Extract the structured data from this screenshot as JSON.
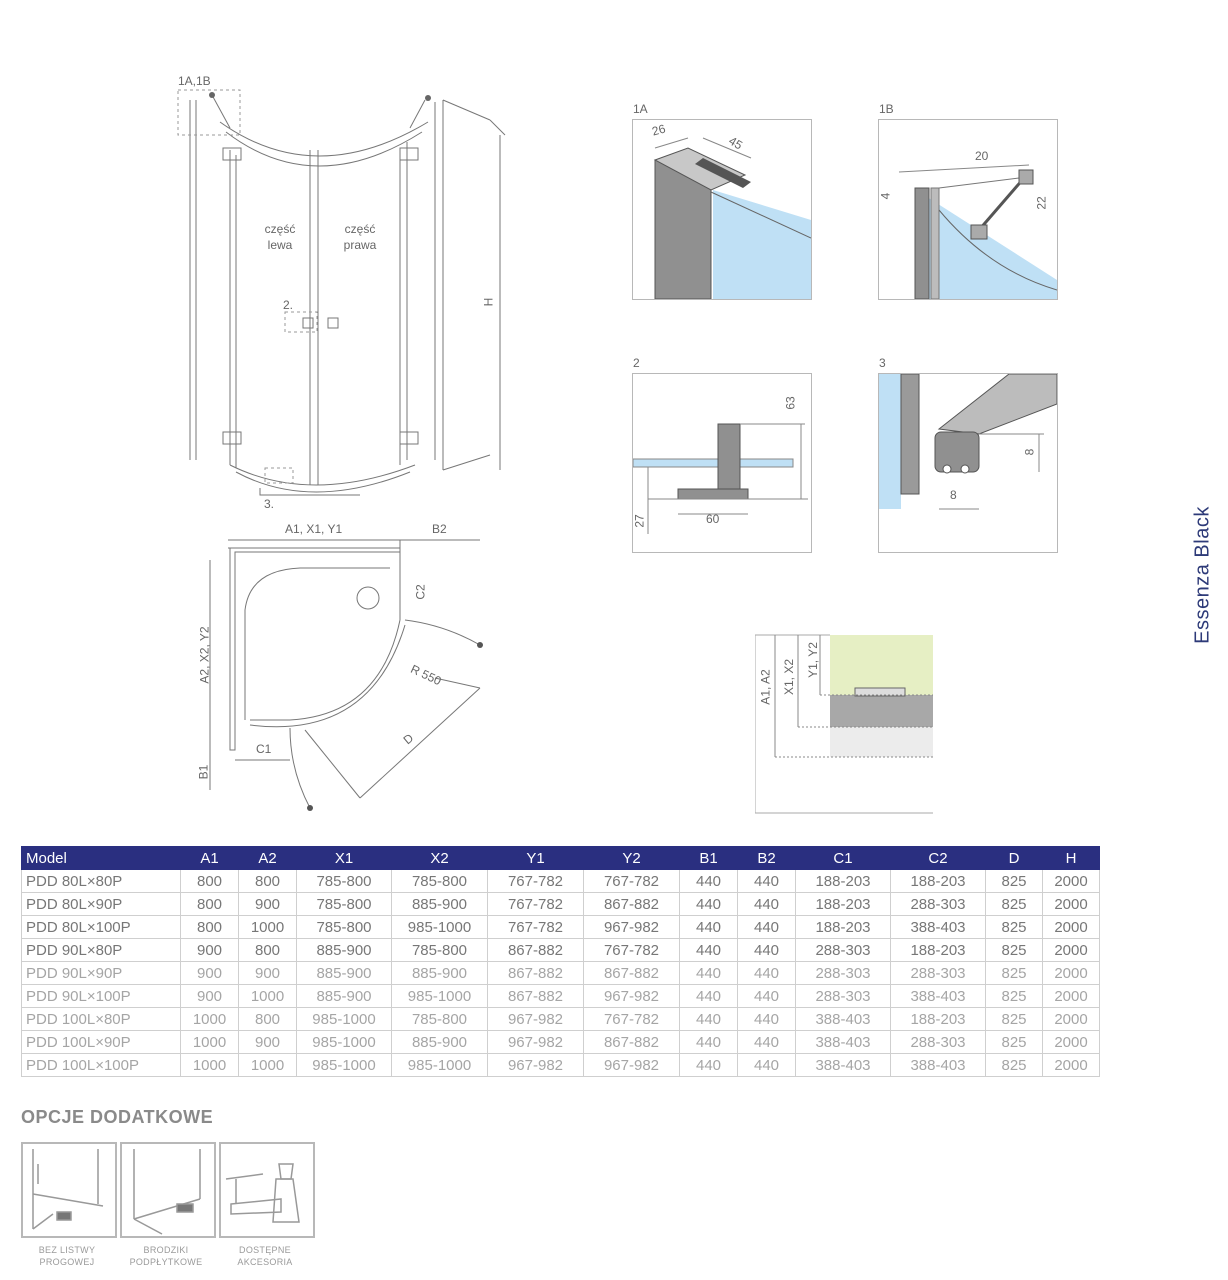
{
  "side_title": "Essenza Black",
  "drawing": {
    "callout_1": "1A,1B",
    "callout_2": "2.",
    "callout_3": "3.",
    "left_part_line1": "część",
    "left_part_line2": "lewa",
    "right_part_line1": "część",
    "right_part_line2": "prawa",
    "height_label": "H"
  },
  "plan": {
    "top_dim": "A1, X1, Y1",
    "b2": "B2",
    "c2": "C2",
    "left_dim": "A2, X2, Y2",
    "b1": "B1",
    "c1": "C1",
    "radius": "R 550",
    "diag": "D"
  },
  "details": {
    "d1a": {
      "label": "1A",
      "dim1": "26",
      "dim2": "45"
    },
    "d1b": {
      "label": "1B",
      "dim1": "20",
      "dim2": "4",
      "dim3": "22"
    },
    "d2": {
      "label": "2",
      "dim1": "63",
      "dim2": "27",
      "dim3": "60"
    },
    "d3": {
      "label": "3",
      "dim1": "8",
      "dim2": "8"
    },
    "section": {
      "l1": "A1, A2",
      "l2": "X1, X2",
      "l3": "Y1, Y2"
    }
  },
  "table": {
    "headers": [
      "Model",
      "A1",
      "A2",
      "X1",
      "X2",
      "Y1",
      "Y2",
      "B1",
      "B2",
      "C1",
      "C2",
      "D",
      "H"
    ],
    "rows": [
      [
        "PDD 80L×80P",
        "800",
        "800",
        "785-800",
        "785-800",
        "767-782",
        "767-782",
        "440",
        "440",
        "188-203",
        "188-203",
        "825",
        "2000"
      ],
      [
        "PDD 80L×90P",
        "800",
        "900",
        "785-800",
        "885-900",
        "767-782",
        "867-882",
        "440",
        "440",
        "188-203",
        "288-303",
        "825",
        "2000"
      ],
      [
        "PDD 80L×100P",
        "800",
        "1000",
        "785-800",
        "985-1000",
        "767-782",
        "967-982",
        "440",
        "440",
        "188-203",
        "388-403",
        "825",
        "2000"
      ],
      [
        "PDD 90L×80P",
        "900",
        "800",
        "885-900",
        "785-800",
        "867-882",
        "767-782",
        "440",
        "440",
        "288-303",
        "188-203",
        "825",
        "2000"
      ],
      [
        "PDD 90L×90P",
        "900",
        "900",
        "885-900",
        "885-900",
        "867-882",
        "867-882",
        "440",
        "440",
        "288-303",
        "288-303",
        "825",
        "2000"
      ],
      [
        "PDD 90L×100P",
        "900",
        "1000",
        "885-900",
        "985-1000",
        "867-882",
        "967-982",
        "440",
        "440",
        "288-303",
        "388-403",
        "825",
        "2000"
      ],
      [
        "PDD 100L×80P",
        "1000",
        "800",
        "985-1000",
        "785-800",
        "967-982",
        "767-782",
        "440",
        "440",
        "388-403",
        "188-203",
        "825",
        "2000"
      ],
      [
        "PDD 100L×90P",
        "1000",
        "900",
        "985-1000",
        "885-900",
        "967-982",
        "867-882",
        "440",
        "440",
        "388-403",
        "288-303",
        "825",
        "2000"
      ],
      [
        "PDD 100L×100P",
        "1000",
        "1000",
        "985-1000",
        "985-1000",
        "967-982",
        "967-982",
        "440",
        "440",
        "388-403",
        "388-403",
        "825",
        "2000"
      ]
    ]
  },
  "options": {
    "title": "OPCJE DODATKOWE",
    "items": [
      {
        "line1": "BEZ LISTWY",
        "line2": "PROGOWEJ",
        "icon": "no-threshold-icon"
      },
      {
        "line1": "BRODZIKI",
        "line2": "PODPŁYTKOWE",
        "icon": "tray-icon"
      },
      {
        "line1": "DOSTĘPNE",
        "line2": "AKCESORIA",
        "icon": "accessories-icon"
      }
    ]
  }
}
